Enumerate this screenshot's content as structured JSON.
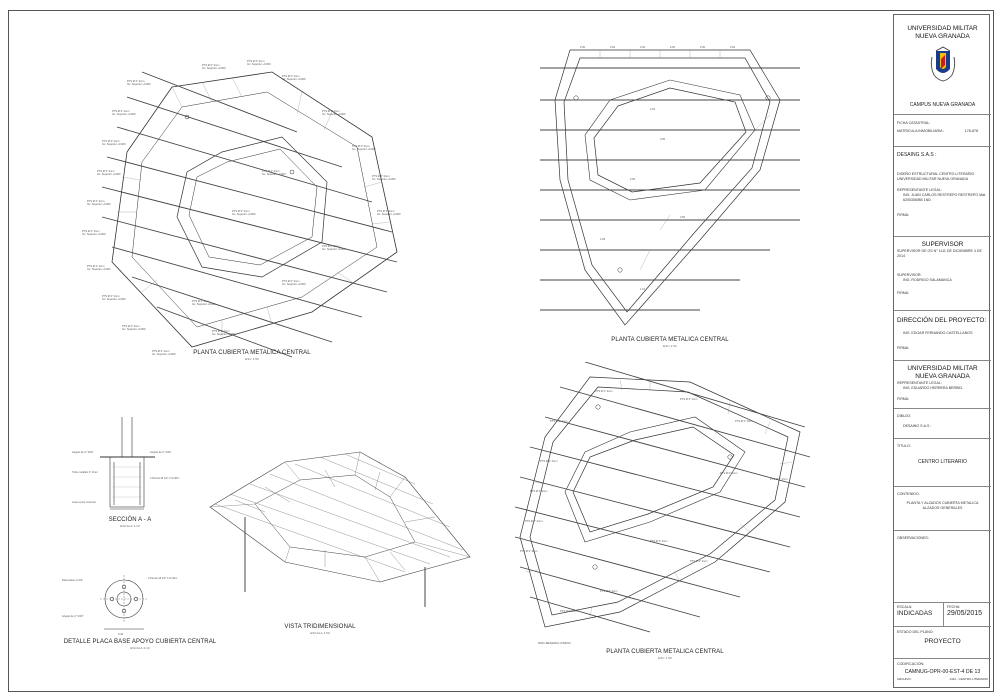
{
  "views": {
    "plan_top_left": {
      "title": "PLANTA CUBIERTA METALICA CENTRAL",
      "scale": "ESC 1:50"
    },
    "plan_top_right": {
      "title": "PLANTA CUBIERTA METALICA CENTRAL",
      "scale": "ESC 1:50"
    },
    "plan_bottom_right": {
      "title": "PLANTA CUBIERTA METALICA CENTRAL",
      "scale": "ESC 1:50"
    },
    "section": {
      "title": "SECCIÓN  A - A",
      "scale": "ESCALA 1:10"
    },
    "base_plate": {
      "title": "DETALLE PLACA BASE APOYO CUBIERTA CENTRAL",
      "scale": "ESCALA 1:10"
    },
    "three_d": {
      "title": "VISTA TRIDIMENSIONAL",
      "scale": "ESCALA 1:50"
    },
    "support_label": "PARC.BIENDADA CODESO"
  },
  "title_block": {
    "university": "UNIVERSIDAD MILITAR NUEVA GRANADA",
    "campus": "CAMPUS NUEVA GRANADA",
    "ficha_label": "FICHA CATASTRAL:",
    "matricula_label": "MATRICULA INMOBILIARIA :",
    "matricula_value": "178-878",
    "designer": "DESAING S.A.S :",
    "design_description": "DISEÑO ESTRUCTURAL CENTRO LITERARIO UNIVERSIDAD MILITAR NUEVA GRANADA",
    "legal_rep_label": "REPRESENTANTE LEGAL:",
    "legal_rep_name": "ING. JUAN CARLOS RESTREPO RESTREPO Mat. 6205306/BB 1ND",
    "signature_label": "FIRMA:",
    "supervisor_title": "SUPERVISOR",
    "supervisor_contract": "SUPERVISOR DE OS N° 1111 DE DICIEMBRE 4 DE 2014",
    "supervisor_label": "SUPERVISOR:",
    "supervisor_name": "ING. RODRIGO SALAMANCA",
    "direction_title": "DIRECCIÓN DEL PROYECTO:",
    "direction_name": "ING. EDGAR FERNANDO CASTELLANOS",
    "university_2": "UNIVERSIDAD MILITAR NUEVA GRANADA",
    "legal_rep_label_2": "REPRESENTANTE LEGAL:",
    "legal_rep_name_2": "ING. EDUARDO HERRERA BERBEL",
    "dibujo_label": "DIBUJO:",
    "dibujo_value": "DESAING S.A.S :",
    "titulo_label": "TITULO:",
    "titulo_value": "CENTRO LITERARIO",
    "contenido_label": "CONTENIDO:",
    "contenido_value_1": "PLANTA Y ALZADOS CUBIERTA METALICA",
    "contenido_value_2": "ALZADOS GENERALES",
    "observaciones_label": "OBSERVACIONES:",
    "escala_label": "ESCALA:",
    "escala_value": "INDICADAS",
    "fecha_label": "FECHA:",
    "fecha_value": "29/05/2015",
    "estado_label": "ESTADO DEL PLANO:",
    "estado_value": "PROYECTO",
    "codificacion_label": "CODIFICACION:",
    "codificacion_value": "CAMNUG-OPR-00-EST-4 DE 13",
    "archivo_label": "ARCHIVO:",
    "archivo_value": "1412 - CENTRO LITERARIO"
  }
}
